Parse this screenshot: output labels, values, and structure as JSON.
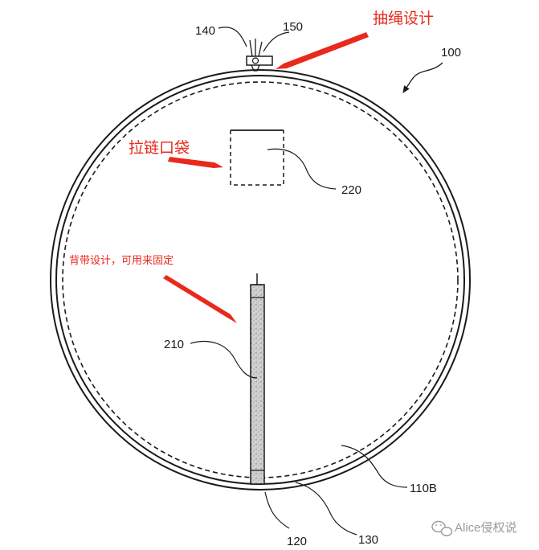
{
  "figure": {
    "ref_labels": {
      "drawstring_ref": "140",
      "toggle_ref": "150",
      "device_ref": "100",
      "pocket_ref": "220",
      "strap_ref": "210",
      "panel_ref": "110B",
      "outer_ring_ref": "120",
      "inner_ring_ref": "130"
    }
  },
  "annotations": {
    "drawstring": "抽绳设计",
    "zipper_pocket": "拉链口袋",
    "strap": "背带设计，可用来固定"
  },
  "watermark": {
    "text": "Alice侵权说",
    "icon": "wechat-icon"
  },
  "colors": {
    "line": "#1a1a1a",
    "annotation_red": "#e8291c",
    "strap_fill": "#c9c9c9",
    "watermark_gray": "#9a9a9a"
  }
}
